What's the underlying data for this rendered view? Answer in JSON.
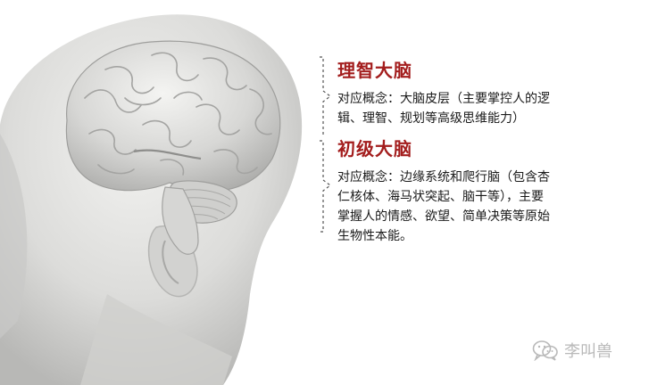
{
  "annotations": {
    "upper": {
      "title": "理智大脑",
      "description": "对应概念：大脑皮层（主要掌控人的逻\n辑、理智、规划等高级思维能力）"
    },
    "lower": {
      "title": "初级大脑",
      "description": "对应概念：边缘系统和爬行脑（包含杏\n仁核体、海马状突起、脑干等），主要\n掌握人的情感、欲望、简单决策等原始\n生物性本能。"
    }
  },
  "watermark": {
    "text": "李叫兽",
    "icon": "wechat-icon"
  },
  "colors": {
    "heading": "#a31d1d",
    "body_text": "#1a1a1a",
    "bracket": "#555555",
    "watermark": "#b9b9b9"
  }
}
